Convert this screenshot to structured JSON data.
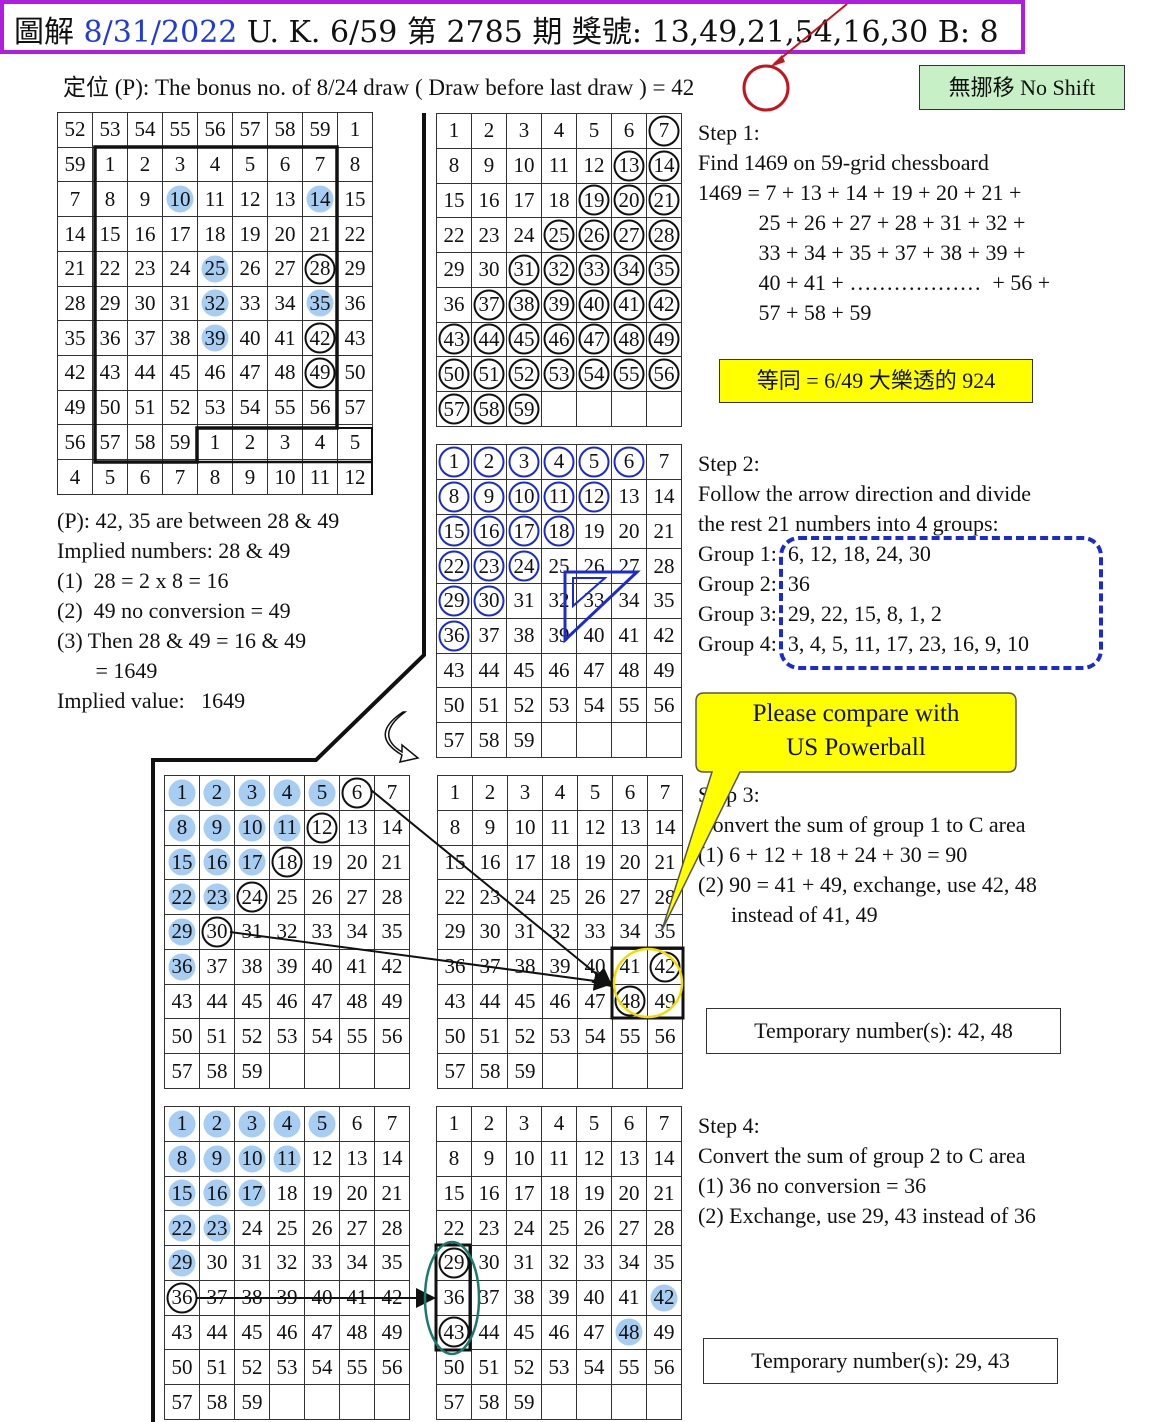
{
  "header": {
    "title_prefix": "圖解",
    "title_date": "8/31/2022",
    "title_rest": "U. K. 6/59 第 2785 期 獎號: 13,49,21,54,16,30  B: 8"
  },
  "subtitle": "定位 (P): The bonus no. of 8/24 draw ( Draw before last draw ) = 42",
  "no_shift_label": "無挪移 No Shift",
  "grid_main": {
    "rows": [
      [
        "52",
        "53",
        "54",
        "55",
        "56",
        "57",
        "58",
        "59",
        "1"
      ],
      [
        "59",
        "1",
        "2",
        "3",
        "4",
        "5",
        "6",
        "7",
        "8"
      ],
      [
        "7",
        "8",
        "9",
        "10",
        "11",
        "12",
        "13",
        "14",
        "15"
      ],
      [
        "14",
        "15",
        "16",
        "17",
        "18",
        "19",
        "20",
        "21",
        "22"
      ],
      [
        "21",
        "22",
        "23",
        "24",
        "25",
        "26",
        "27",
        "28",
        "29"
      ],
      [
        "28",
        "29",
        "30",
        "31",
        "32",
        "33",
        "34",
        "35",
        "36"
      ],
      [
        "35",
        "36",
        "37",
        "38",
        "39",
        "40",
        "41",
        "42",
        "43"
      ],
      [
        "42",
        "43",
        "44",
        "45",
        "46",
        "47",
        "48",
        "49",
        "50"
      ],
      [
        "49",
        "50",
        "51",
        "52",
        "53",
        "54",
        "55",
        "56",
        "57"
      ],
      [
        "56",
        "57",
        "58",
        "59",
        "1",
        "2",
        "3",
        "4",
        "5"
      ],
      [
        "4",
        "5",
        "6",
        "7",
        "8",
        "9",
        "10",
        "11",
        "12"
      ]
    ],
    "blue_fill": [
      "2,3",
      "2,7",
      "4,4",
      "5,4",
      "5,7",
      "6,4"
    ],
    "black_circle": [
      "4,7",
      "6,7",
      "7,7"
    ]
  },
  "analysis_lines": [
    "(P): 42, 35 are between 28 & 49",
    "Implied numbers: 28 & 49",
    "(1)  28 = 2 x 8 = 16",
    "(2)  49 no conversion = 49",
    "(3) Then 28 & 49 = 16 & 49",
    "       = 1649",
    "Implied value:   1649"
  ],
  "step1": {
    "title": "Step 1:",
    "lines": [
      "Find 1469 on 59-grid chessboard",
      "1469 = 7 + 13 + 14 + 19 + 20 + 21 +",
      "           25 + 26 + 27 + 28 + 31 + 32 +",
      "           33 + 34 + 35 + 37 + 38 + 39 +",
      "           40 + 41 + ………………  + 56 +",
      "           57 + 58 + 59"
    ],
    "note": "等同 = 6/49 大樂透的 924"
  },
  "step2": {
    "title": "Step 2:",
    "lines": [
      "Follow the arrow direction and divide",
      "the rest 21 numbers into 4 groups:",
      "Group 1:  6, 12, 18, 24, 30",
      "Group 2:  36",
      "Group 3:  29, 22, 15, 8, 1, 2",
      "Group 4:  3, 4, 5, 11, 17, 23, 16, 9, 10"
    ]
  },
  "callout": "Please compare with\nUS Powerball",
  "step3": {
    "title": "Step 3:",
    "lines": [
      "Convert the sum of group 1 to C area",
      "(1) 6 + 12 + 18 + 24 + 30 = 90",
      "(2) 90 = 41 + 49, exchange, use 42, 48",
      "      instead of 41, 49"
    ],
    "temp": "Temporary number(s):  42, 48"
  },
  "step4": {
    "title": "Step 4:",
    "lines": [
      "Convert the sum of group 2 to C area",
      "(1) 36 no conversion = 36",
      "(2) Exchange, use 29, 43 instead of 36"
    ],
    "temp": "Temporary number(s):  29, 43"
  },
  "colors": {
    "title_border": "#b11de0",
    "blue_fill": "#a8cdf2",
    "note_bg": "#ffff00",
    "noshift_bg": "#c7f0c7",
    "teal": "#1a7a6e"
  }
}
